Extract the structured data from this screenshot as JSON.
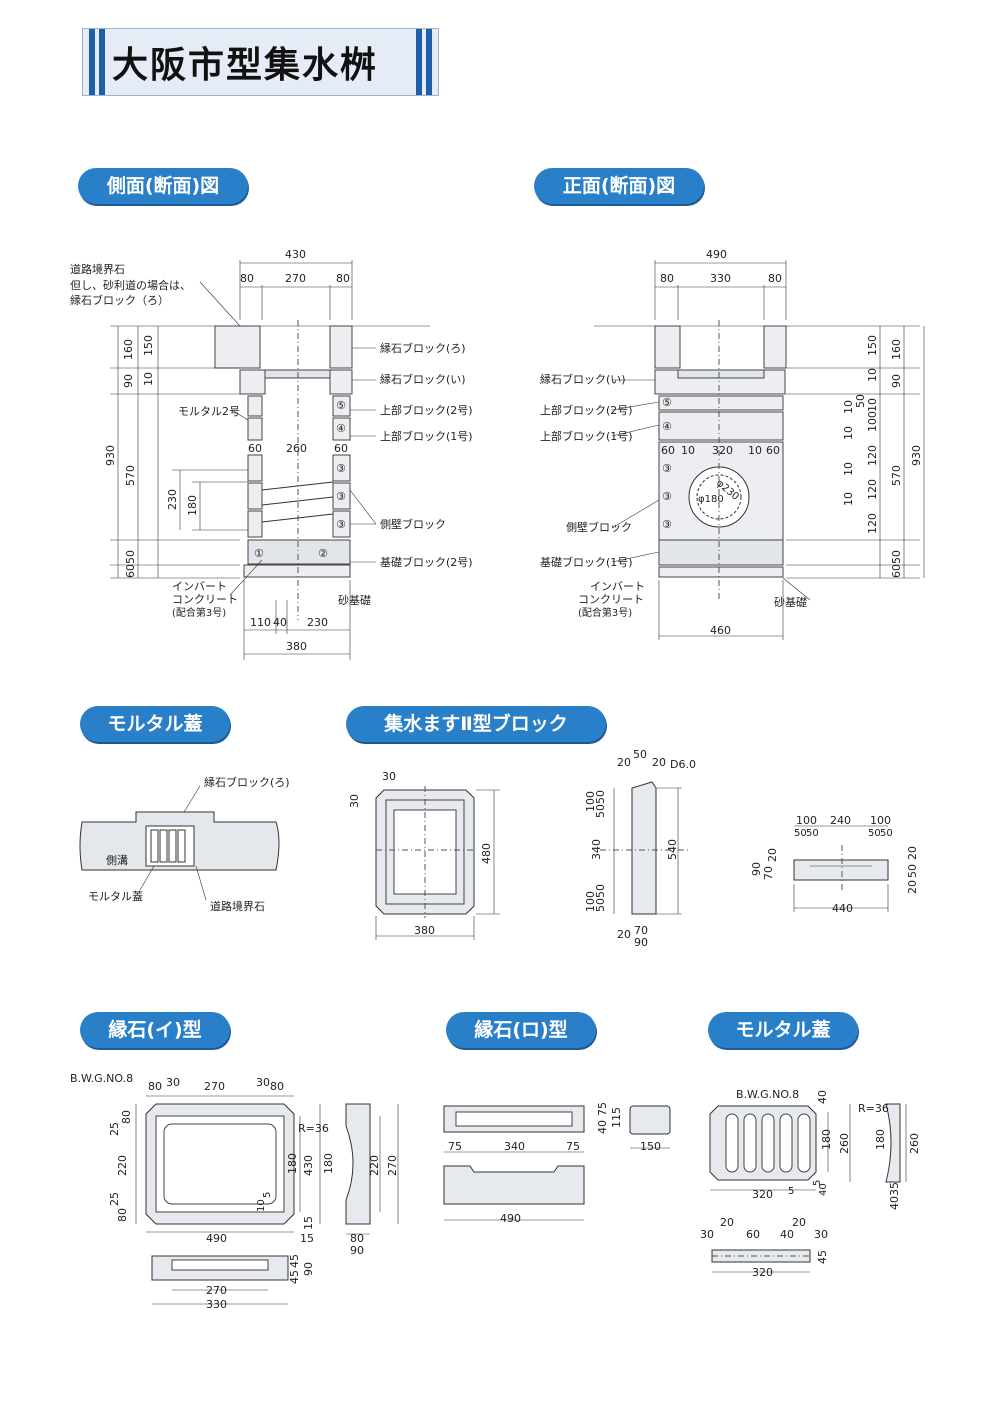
{
  "title": "大阪市型集水桝",
  "sections": {
    "side_section": "側面(断面)図",
    "front_section": "正面(断面)図",
    "mortar_lid_1": "モルタル蓋",
    "block2": "集水ますⅡ型ブロック",
    "curb_i": "縁石(イ)型",
    "curb_ro": "縁石(ロ)型",
    "mortar_lid_2": "モルタル蓋"
  },
  "side": {
    "note1": "道路境界石",
    "note2": "但し、砂利道の場合は、",
    "note3": "縁石ブロック（ろ）",
    "top_dims": [
      "430",
      "80",
      "270",
      "80"
    ],
    "left_dims": [
      "160",
      "150",
      "90",
      "10",
      "930",
      "570",
      "230",
      "180",
      "50",
      "60"
    ],
    "inner_dims": [
      "60",
      "260",
      "60"
    ],
    "mortar": "モルタル2号",
    "labels": [
      "縁石ブロック(ろ)",
      "縁石ブロック(い)",
      "上部ブロック(2号)",
      "上部ブロック(1号)",
      "側壁ブロック",
      "基礎ブロック(2号)",
      "砂基礎"
    ],
    "invert1": "インバート",
    "invert2": "コンクリート",
    "invert3": "(配合第3号)",
    "bottom_dims": [
      "110",
      "40",
      "230",
      "380"
    ],
    "nums": [
      "⑤",
      "④",
      "③",
      "③",
      "③",
      "①",
      "②"
    ]
  },
  "front": {
    "top_dims": [
      "490",
      "80",
      "330",
      "80"
    ],
    "right_dims": [
      "150",
      "160",
      "10",
      "90",
      "10",
      "50",
      "10",
      "100",
      "10",
      "120",
      "10",
      "120",
      "10",
      "120",
      "930",
      "570",
      "50",
      "60"
    ],
    "inner_dims": [
      "60",
      "10",
      "320",
      "10",
      "60"
    ],
    "circle_dims": [
      "φ180",
      "φ230"
    ],
    "labels": [
      "縁石ブロック(い)",
      "上部ブロック(2号)",
      "上部ブロック(1号)",
      "側壁ブロック",
      "基礎ブロック(1号)",
      "砂基礎"
    ],
    "invert1": "インバート",
    "invert2": "コンクリート",
    "invert3": "(配合第3号)",
    "bottom_dim": "460",
    "nums": [
      "⑤",
      "④",
      "③",
      "③",
      "③"
    ]
  },
  "lid1": {
    "curb": "縁石ブロック(ろ)",
    "gutter": "側溝",
    "lid": "モルタル蓋",
    "boundary": "道路境界石"
  },
  "block2": {
    "a": [
      "30",
      "30",
      "480",
      "380"
    ],
    "b": [
      "50",
      "20",
      "20",
      "D6.0",
      "100",
      "50",
      "50",
      "340",
      "540",
      "100",
      "50",
      "50",
      "20",
      "70",
      "90"
    ],
    "c": [
      "100",
      "240",
      "100",
      "50",
      "50",
      "50",
      "50",
      "90",
      "70",
      "20",
      "20",
      "50",
      "20",
      "440"
    ]
  },
  "curb_i": {
    "wire": "B.W.G.NO.8",
    "top_dims": [
      "80",
      "30",
      "270",
      "30",
      "80"
    ],
    "left_dims": [
      "25",
      "80",
      "220",
      "25",
      "80"
    ],
    "right_dims": [
      "R=36",
      "180",
      "430",
      "180",
      "15",
      "10",
      "5",
      "15"
    ],
    "side_dims": [
      "220",
      "270",
      "80",
      "90"
    ],
    "bottom": "490",
    "plan_dims": [
      "270",
      "330",
      "45",
      "45",
      "90"
    ]
  },
  "curb_ro": {
    "dims": [
      "40",
      "75",
      "115",
      "75",
      "340",
      "75",
      "150",
      "490"
    ]
  },
  "lid2": {
    "wire": "B.W.G.NO.8",
    "dims": [
      "40",
      "R=36",
      "180",
      "260",
      "180",
      "260",
      "320",
      "5",
      "40",
      "5",
      "35",
      "40"
    ],
    "plan_top": [
      "30",
      "20",
      "60",
      "40",
      "20",
      "30"
    ],
    "plan_dims": [
      "45",
      "320"
    ]
  }
}
